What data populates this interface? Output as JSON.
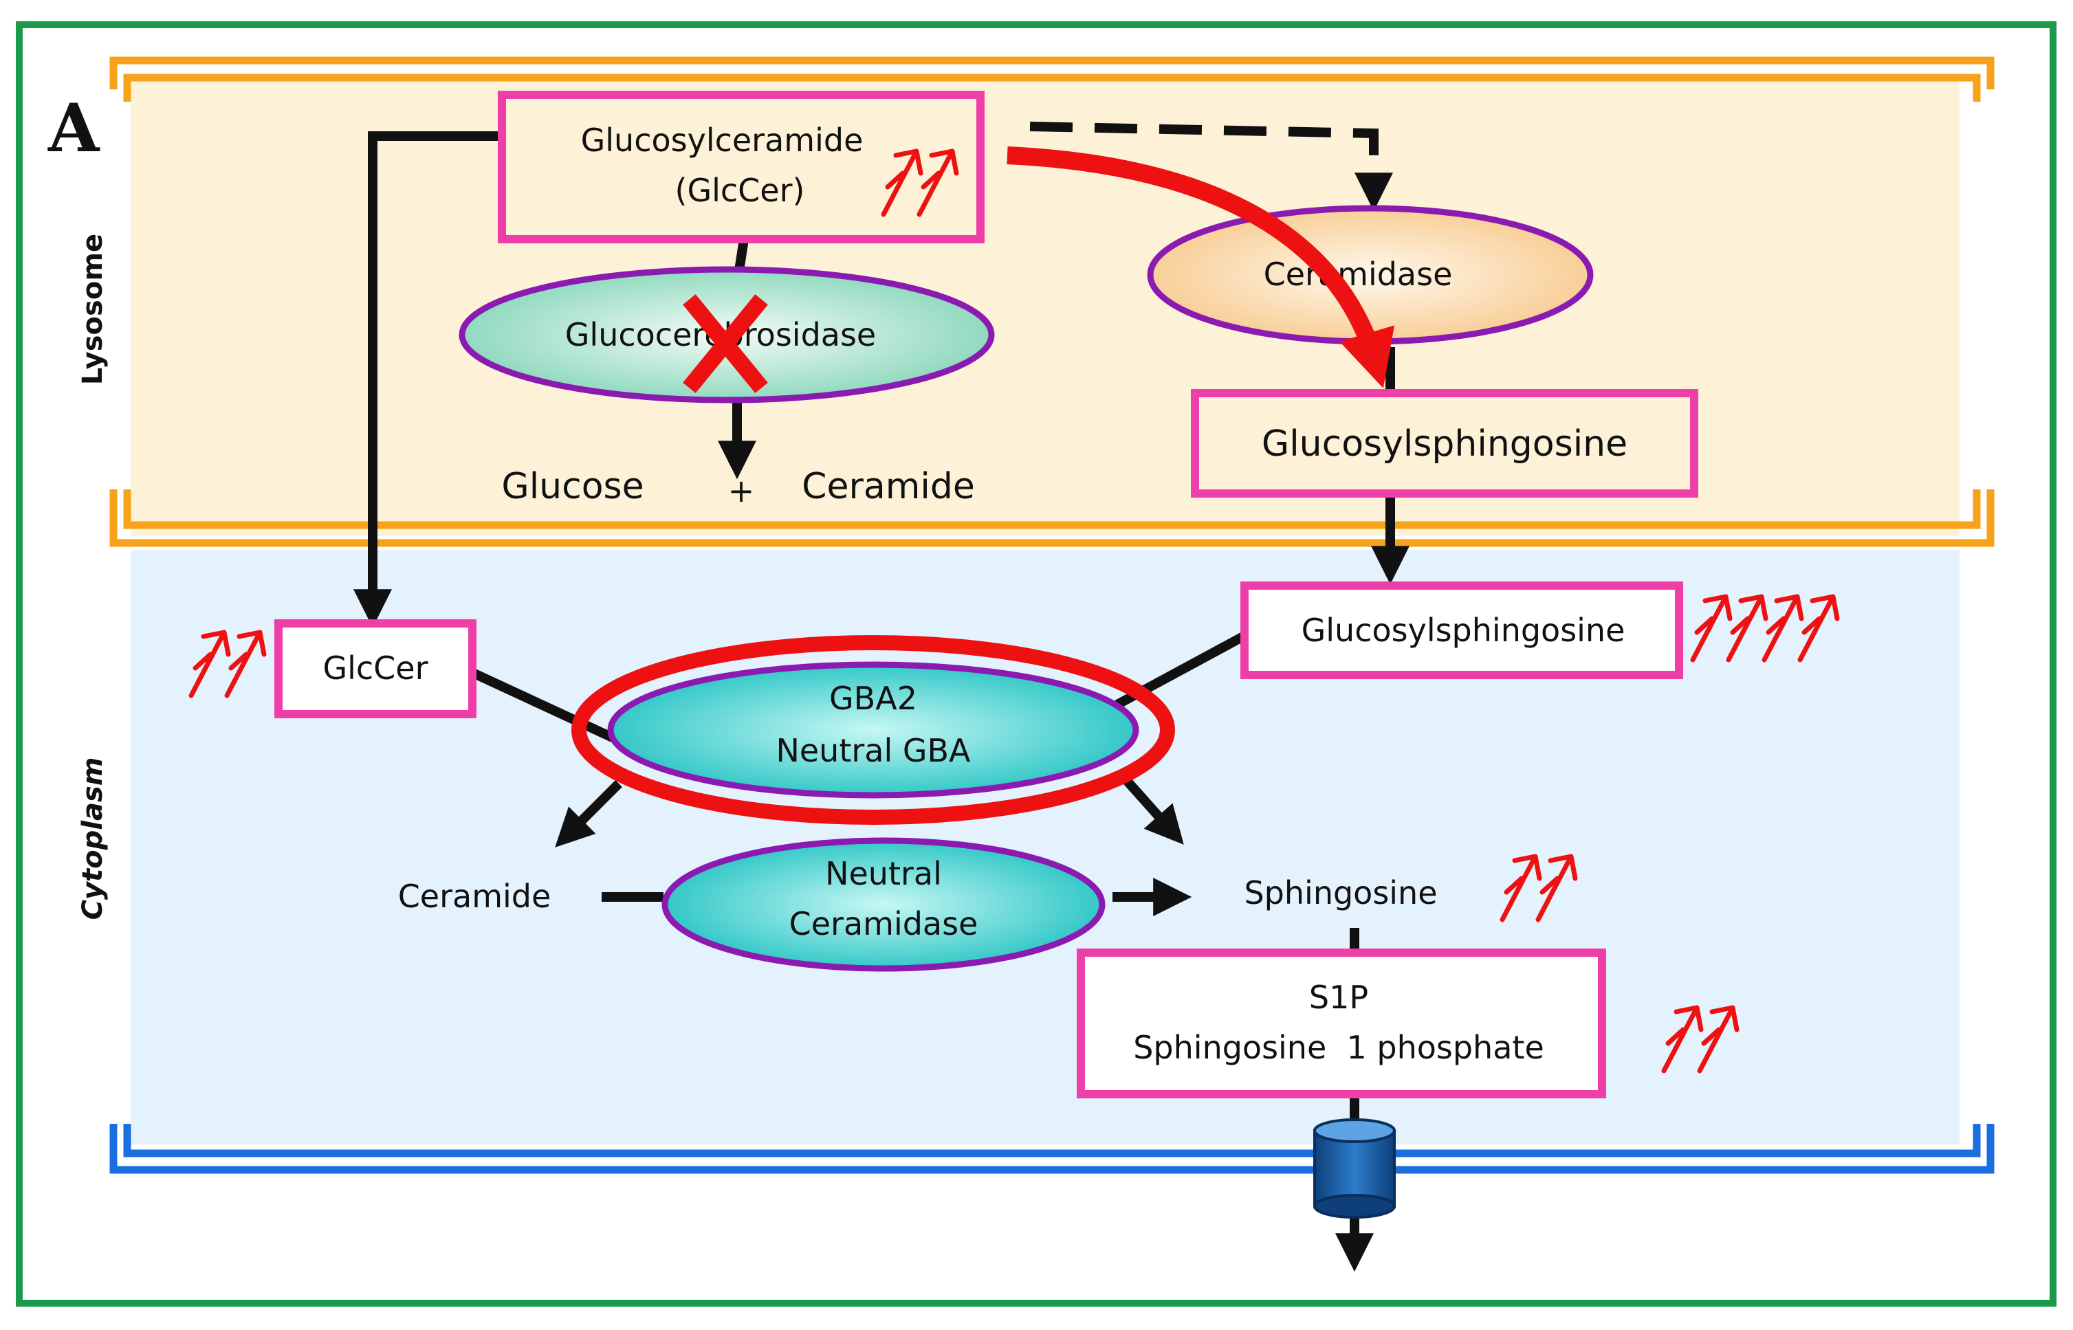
{
  "panel_label": "A",
  "compartments": {
    "lysosome": "Lysosome",
    "cytoplasm": "Cytoplasm"
  },
  "nodes": {
    "glccer_lyso_line1": "Glucosylceramide",
    "glccer_lyso_line2": "(GlcCer)",
    "glucocerebrosidase": "Glucocerebrosidase",
    "ceramidase": "Ceramidase",
    "glucosylsphingosine_lyso": "Glucosylsphingosine",
    "glucose": "Glucose",
    "plus": "+",
    "ceramide_lyso": "Ceramide",
    "glccer_cyto": "GlcCer",
    "glucosylsphingosine_cyto": "Glucosylsphingosine",
    "gba2_line1": "GBA2",
    "gba2_line2": "Neutral GBA",
    "ceramide_cyto": "Ceramide",
    "neutral_ceramidase_line1": "Neutral",
    "neutral_ceramidase_line2": "Ceramidase",
    "sphingosine": "Sphingosine",
    "s1p_line1": "S1P",
    "s1p_line2": "Sphingosine  1 phosphate"
  },
  "colors": {
    "frame": "#1a9a4a",
    "lysosome_bg": "#fdf2d8",
    "lysosome_membrane": "#f7a21b",
    "cytoplasm_bg": "#e4f2fd",
    "cytoplasm_membrane": "#1a6ee0",
    "box_border": "#ee3fa8",
    "ellipse_border": "#8a1ab0",
    "highlight_red": "#ee1111",
    "arrow_black": "#111111"
  }
}
